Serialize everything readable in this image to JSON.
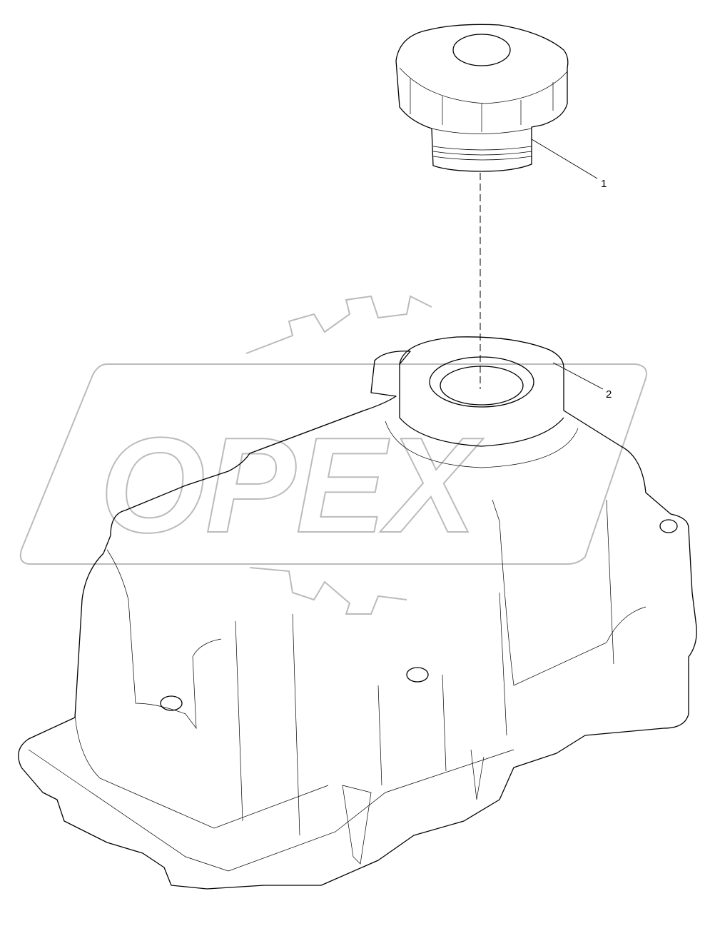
{
  "watermark": {
    "text": "OPEX"
  },
  "callouts": [
    {
      "label": "1"
    },
    {
      "label": "2"
    }
  ],
  "colors": {
    "line": "#000000",
    "watermark": "#bbbbbb",
    "background": "#ffffff"
  }
}
